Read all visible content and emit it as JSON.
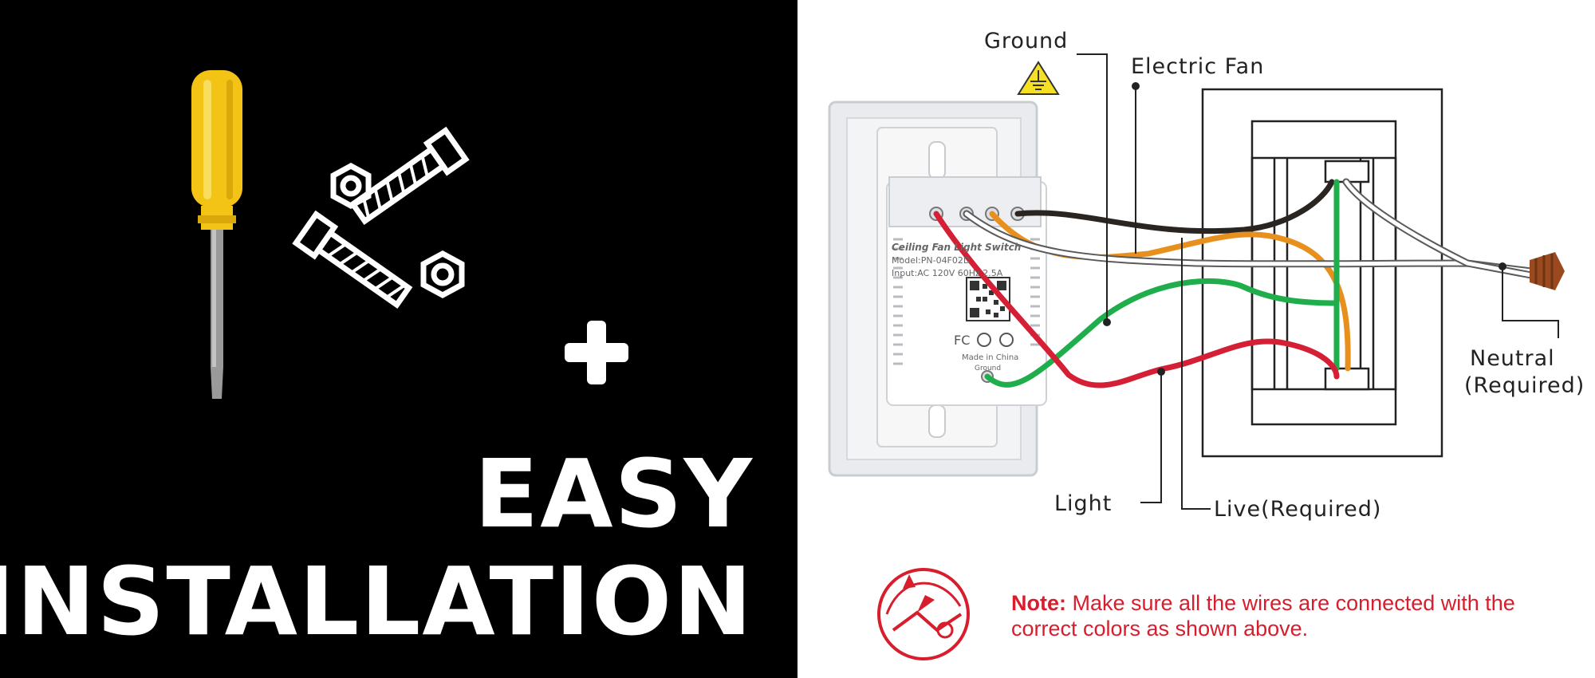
{
  "left_panel": {
    "headline_line1": "EASY",
    "headline_line2": "INSTALLATION",
    "colors": {
      "background": "#000000",
      "text": "#ffffff",
      "screwdriver_handle": "#f3c316",
      "screwdriver_shaft": "#9a9a9a"
    },
    "icons": [
      "screwdriver-icon",
      "hex-nut-icon",
      "bolt-icon",
      "plus-icon"
    ]
  },
  "right_panel": {
    "labels": {
      "ground": "Ground",
      "electric_fan": "Electric Fan",
      "neutral": "Neutral",
      "neutral_note": "(Required)",
      "light": "Light",
      "live": "Live(Required)"
    },
    "switch_plate": {
      "title": "Ceiling Fan Light Switch",
      "model": "Model:PN-04F02D",
      "input": "Input:AC 120V  60Hz  2.5A",
      "made_in": "Made in China",
      "ground_terminal": "Ground"
    },
    "note": {
      "prefix": "Note:",
      "text": " Make sure all the wires are connected with the correct colors as shown above."
    },
    "wire_colors": {
      "black": "#2b2522",
      "orange": "#e8901e",
      "red": "#d41f35",
      "green": "#1fae4b",
      "white": "#ffffff",
      "note_red": "#d81d2c",
      "warning_yellow": "#f5e024"
    }
  }
}
